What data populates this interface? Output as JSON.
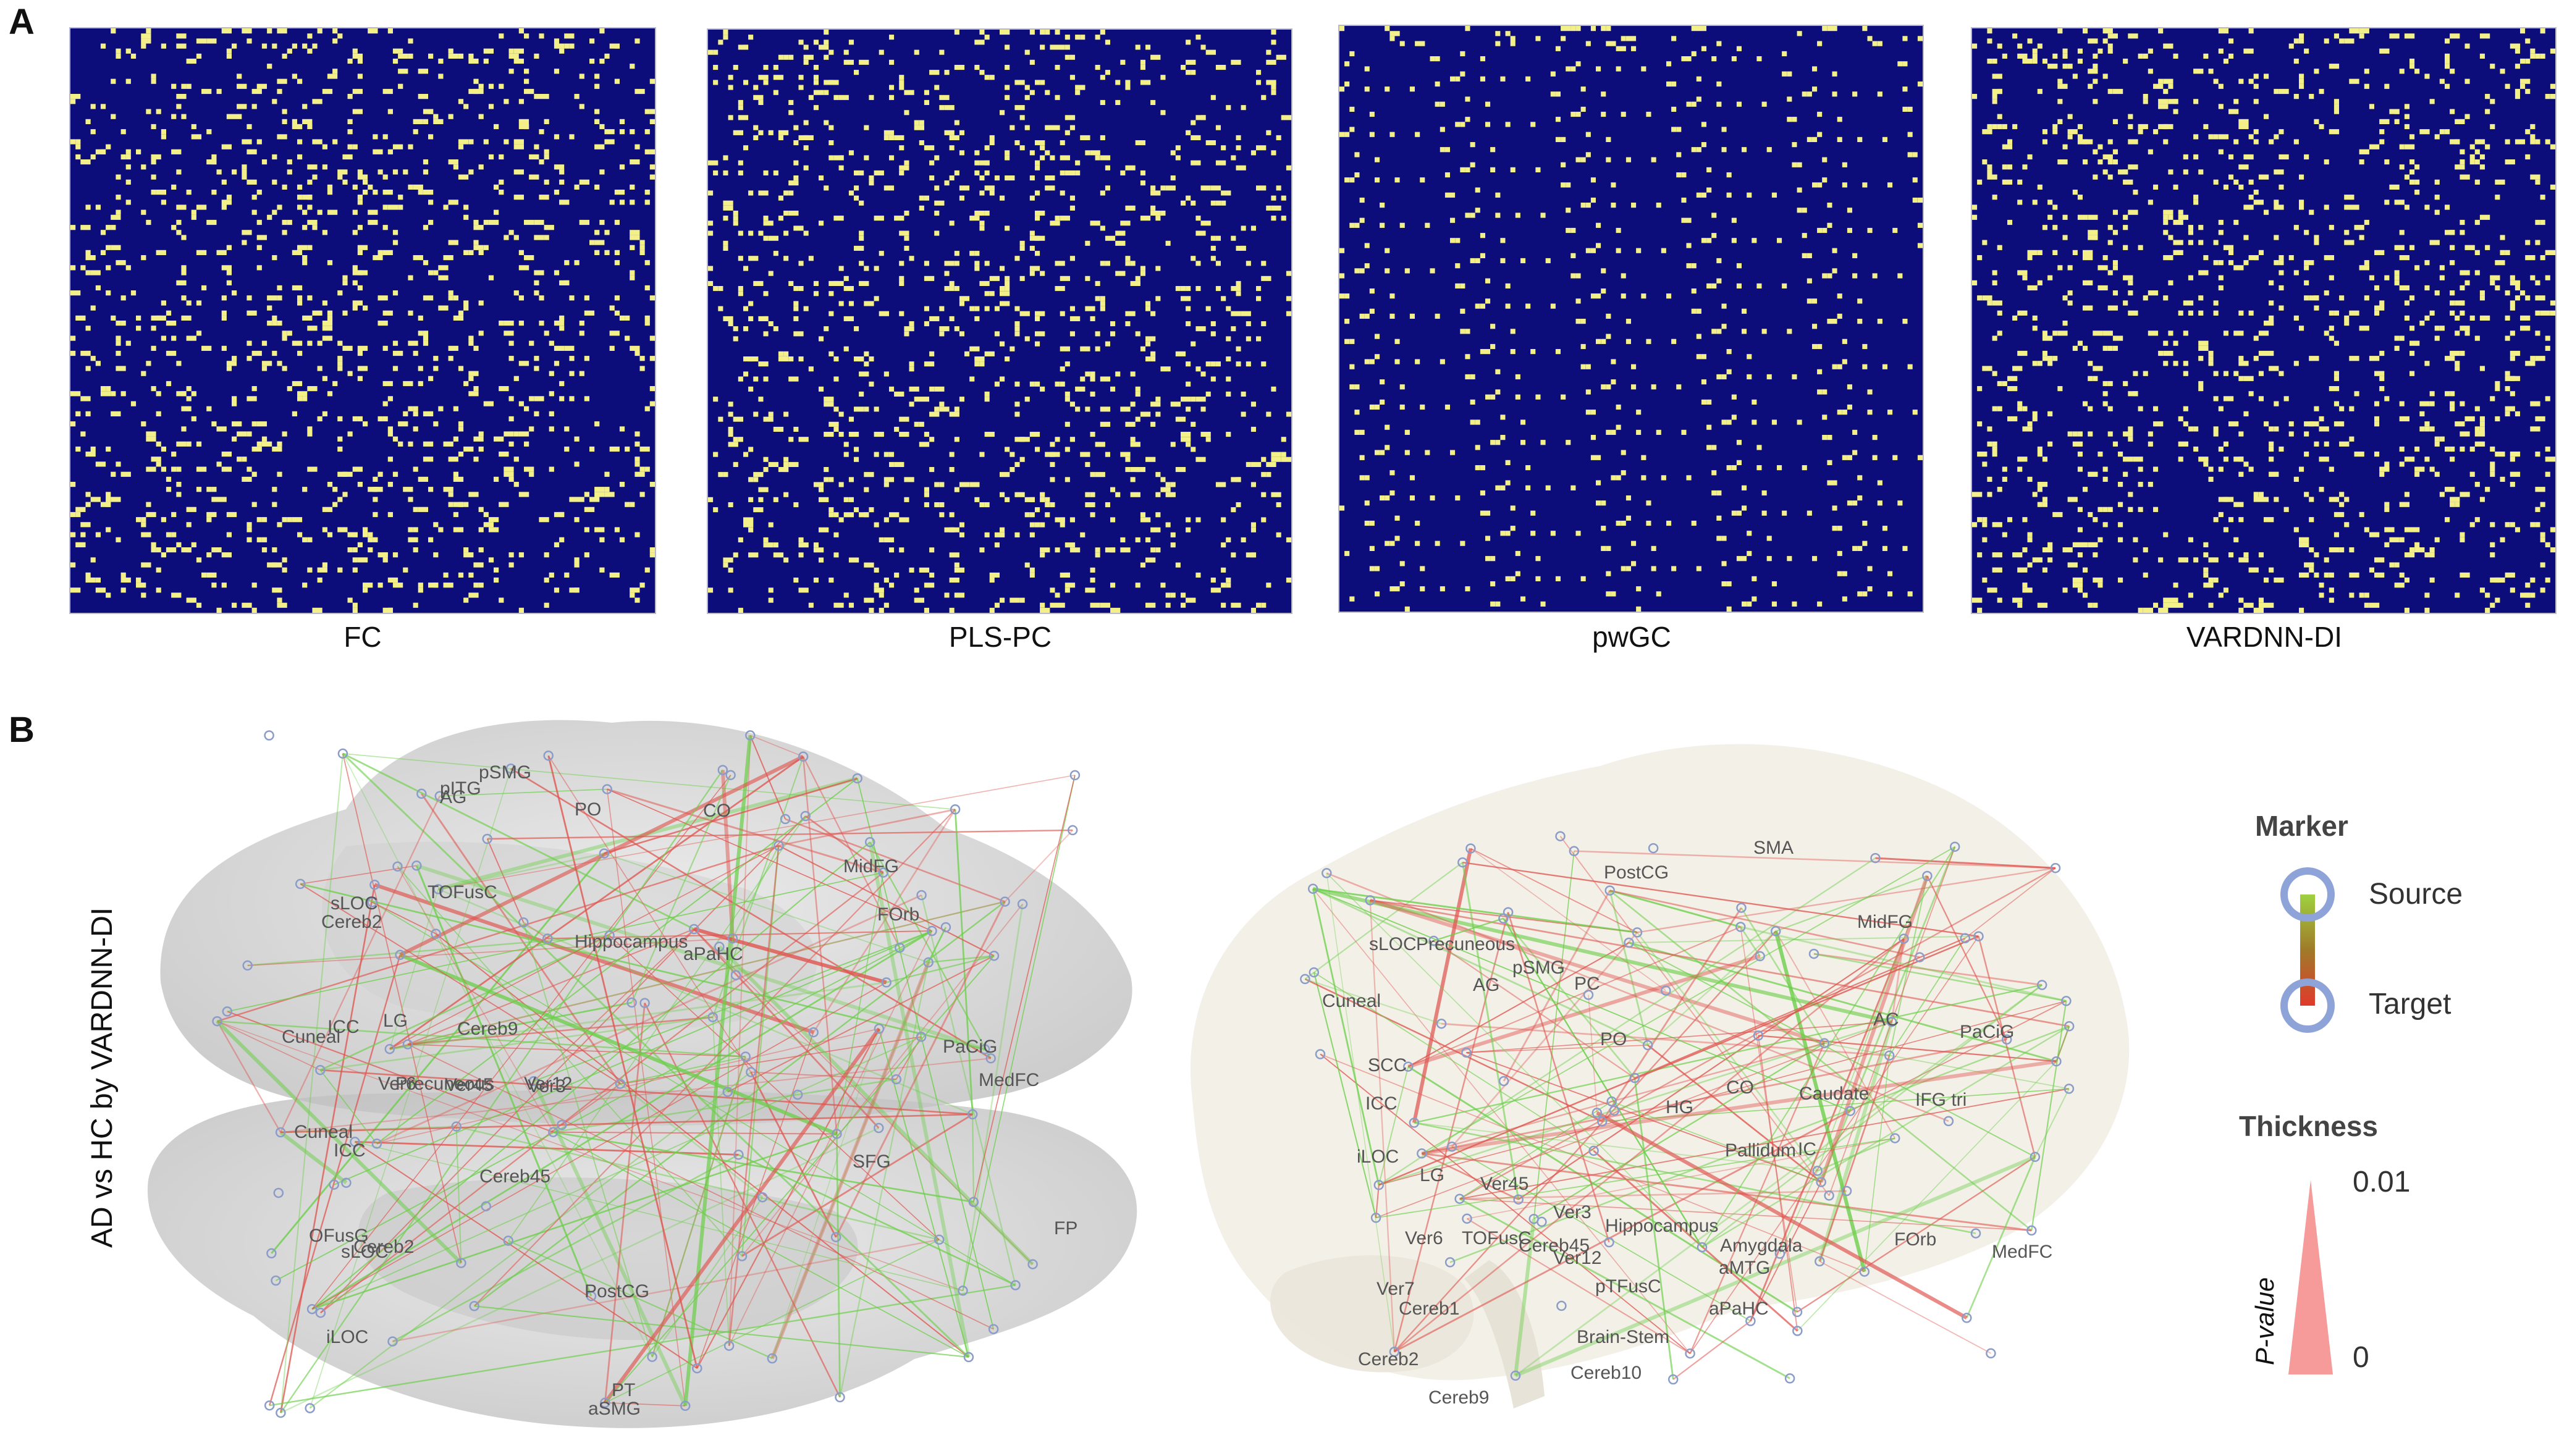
{
  "panel_a": {
    "letter": "A",
    "matrices": [
      {
        "label": "FC"
      },
      {
        "label": "PLS-PC"
      },
      {
        "label": "pwGC"
      },
      {
        "label": "VARDNN-DI"
      }
    ],
    "colors": {
      "background": "#0c0c7a",
      "active": "#f3f08a"
    }
  },
  "panel_b": {
    "letter": "B",
    "side_label": "AD vs HC by VARDNN-DI",
    "axial_labels": [
      "pSMG",
      "pITG",
      "AG",
      "PO",
      "CO",
      "MidFG",
      "sLOC",
      "Cereb2",
      "TOFusC",
      "FOrb",
      "Hippocampus",
      "aPaHC",
      "ICC",
      "LG",
      "Cuneal",
      "Cereb9",
      "PaCiG",
      "MedFC",
      "Ver6",
      "Precuneous",
      "Ver45",
      "Ver3",
      "Ver12",
      "Cuneal",
      "ICC",
      "SFG",
      "Cereb45",
      "OFusG",
      "sLOC",
      "Cereb2",
      "FP",
      "PostCG",
      "iLOC",
      "PT",
      "aSMG"
    ],
    "sagittal_labels": [
      "SMA",
      "PostCG",
      "MidFG",
      "sLOC",
      "Precuneous",
      "pSMG",
      "PC",
      "AG",
      "Cuneal",
      "PO",
      "AC",
      "PaCiG",
      "SCC",
      "CO",
      "Caudate",
      "IFG tri",
      "ICC",
      "HG",
      "Pallidum",
      "IC",
      "iLOC",
      "LG",
      "Ver45",
      "Ver3",
      "Hippocampus",
      "Ver6",
      "TOFusC",
      "Cereb45",
      "Ver12",
      "Amygdala",
      "aMTG",
      "FOrb",
      "MedFC",
      "Ver7",
      "pTFusC",
      "Cereb1",
      "aPaHC",
      "Cereb2",
      "Brain-Stem",
      "Cereb10",
      "Cereb9"
    ],
    "legend": {
      "marker_title": "Marker",
      "source": "Source",
      "target": "Target",
      "thickness_title": "Thickness",
      "pvalue_label": "P-value",
      "pvalue_top": "0.01",
      "pvalue_bottom": "0"
    },
    "colors": {
      "green": "#6ccf4a",
      "red": "#e0554f",
      "node": "#8b9cc8",
      "brain": "#d9d9d9",
      "brain_sagittal": "#f3efe8"
    }
  }
}
